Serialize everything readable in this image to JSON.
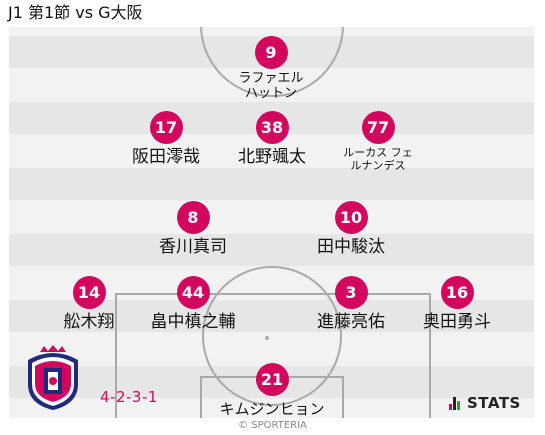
{
  "header": {
    "title": "J1 第1節 vs G大阪"
  },
  "formation": "4-2-3-1",
  "branding": {
    "stats_label": "STATS",
    "copyright": "© SPORTERIA"
  },
  "colors": {
    "accent": "#d4075f",
    "pitch": "#f2f2f2",
    "stripe": "#e6e6e6",
    "line": "#a9a9a9"
  },
  "players": [
    {
      "number": "9",
      "name": "ラファエル ハットン"
    },
    {
      "number": "17",
      "name": "阪田澪哉"
    },
    {
      "number": "38",
      "name": "北野颯太"
    },
    {
      "number": "77",
      "name": "ルーカス フェルナンデス"
    },
    {
      "number": "8",
      "name": "香川真司"
    },
    {
      "number": "10",
      "name": "田中駿汰"
    },
    {
      "number": "14",
      "name": "舩木翔"
    },
    {
      "number": "44",
      "name": "畠中槙之輔"
    },
    {
      "number": "3",
      "name": "進藤亮佑"
    },
    {
      "number": "16",
      "name": "奥田勇斗"
    },
    {
      "number": "21",
      "name": "キムジンヒョン"
    }
  ]
}
